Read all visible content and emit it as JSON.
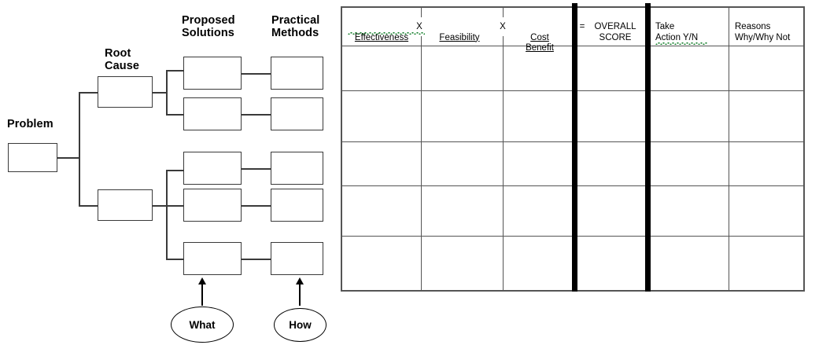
{
  "diagram": {
    "labels": {
      "problem": "Problem",
      "root_cause": "Root\nCause",
      "proposed_solutions": "Proposed\nSolutions",
      "practical_methods": "Practical\nMethods"
    },
    "callouts": {
      "what": "What",
      "how": "How"
    },
    "nodes": {
      "problem_box": "",
      "root_cause_boxes": [
        "",
        ""
      ],
      "proposed_solution_boxes": [
        "",
        "",
        "",
        "",
        ""
      ],
      "practical_method_boxes": [
        "",
        "",
        "",
        "",
        ""
      ]
    }
  },
  "matrix": {
    "headers": [
      {
        "text": "Effectiveness",
        "operator": "X",
        "underline": true,
        "spellcheck": true
      },
      {
        "text": "Feasibility",
        "operator": "X",
        "underline": true,
        "spellcheck": false
      },
      {
        "text": "Cost\nBenefit",
        "operator": "=",
        "underline": true,
        "spellcheck": false
      },
      {
        "text": "OVERALL\nSCORE",
        "operator": "",
        "underline": false,
        "spellcheck": false
      },
      {
        "text": "Take\nAction Y/N",
        "operator": "",
        "underline": false,
        "spellcheck": true
      },
      {
        "text": "Reasons\nWhy/Why Not",
        "operator": "",
        "underline": false,
        "spellcheck": false
      }
    ],
    "rows": [
      [
        "",
        "",
        "",
        "",
        "",
        ""
      ],
      [
        "",
        "",
        "",
        "",
        "",
        ""
      ],
      [
        "",
        "",
        "",
        "",
        "",
        ""
      ],
      [
        "",
        "",
        "",
        "",
        "",
        ""
      ],
      [
        "",
        "",
        "",
        "",
        "",
        ""
      ]
    ],
    "row_count": 5,
    "column_count": 6
  },
  "colors": {
    "ink": "#000000",
    "line": "#555555",
    "box_border": "#3a3a3a",
    "spellcheck": "#0a7a22",
    "thick_separator": "#000000",
    "background": "#ffffff"
  }
}
